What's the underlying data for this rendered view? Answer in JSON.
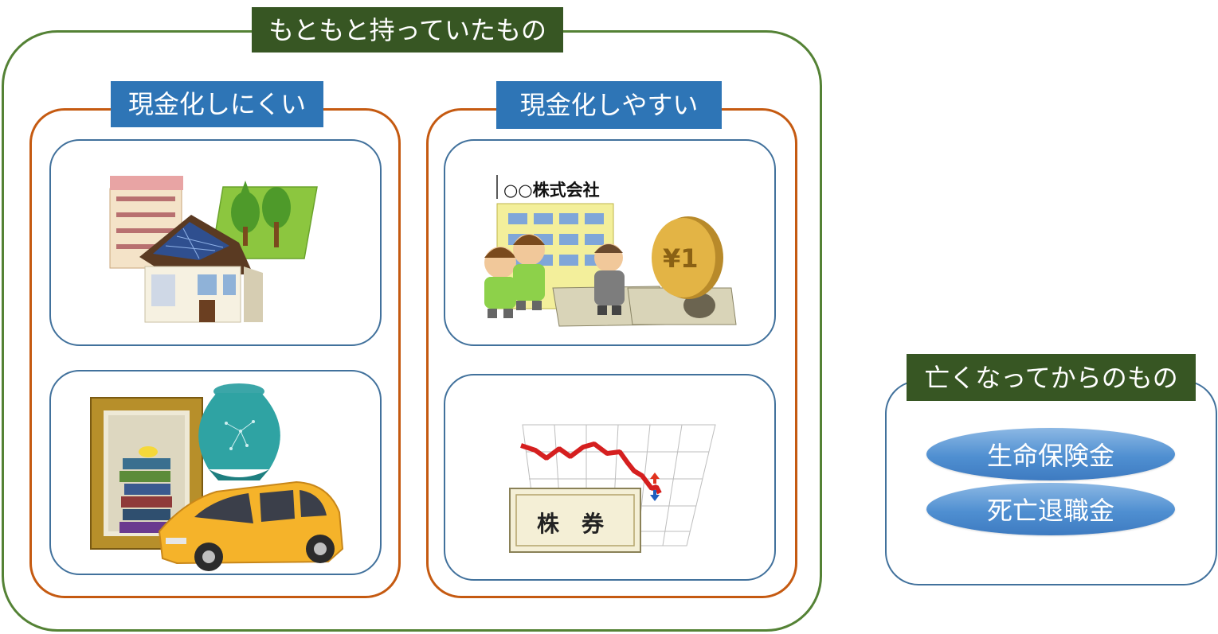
{
  "labels": {
    "owned": "もともと持っていたもの",
    "hard_to_liquidate": "現金化しにくい",
    "easy_to_liquidate": "現金化しやすい",
    "after_death": "亡くなってからのもの"
  },
  "illustrations": {
    "company_sign": "○○株式会社",
    "stock_certificate": "株　券",
    "coin_text": "¥1"
  },
  "after_death_items": [
    "生命保険金",
    "死亡退職金"
  ],
  "colors": {
    "green_frame": "#548235",
    "green_label": "#375623",
    "orange_frame": "#c55a11",
    "blue_frame": "#41719c",
    "blue_label": "#2e75b6"
  },
  "icons": [
    "real-estate-icon",
    "valuables-icon",
    "company-stock-icon",
    "stock-certificate-icon"
  ]
}
